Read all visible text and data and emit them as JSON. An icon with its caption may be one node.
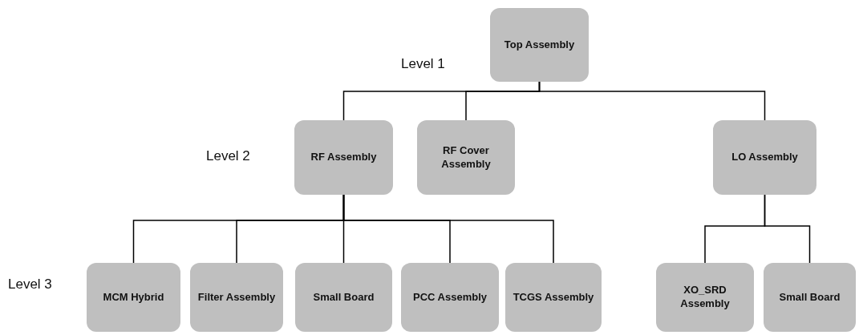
{
  "diagram": {
    "nodes": [
      {
        "text": [
          "Top Assembly"
        ]
      },
      {
        "text": [
          "RF Assembly"
        ]
      },
      {
        "text": [
          "RF Cover Assembly"
        ]
      },
      {
        "text": [
          "LO Assembly"
        ]
      },
      {
        "text": [
          "MCM Hybrid"
        ]
      },
      {
        "text": [
          "Filter Assembly"
        ]
      },
      {
        "text": [
          "Small Board"
        ]
      },
      {
        "text": [
          "PCC Assembly"
        ]
      },
      {
        "text": [
          "TCGS Assembly"
        ]
      },
      {
        "text": [
          "XO_SRD Assembly"
        ]
      },
      {
        "text": [
          "Small Board"
        ]
      }
    ],
    "edges": [
      {
        "from": 0,
        "to": 1,
        "arrow": "none"
      },
      {
        "from": 0,
        "to": 2,
        "arrow": "none"
      },
      {
        "from": 0,
        "to": 3,
        "arrow": "none"
      },
      {
        "from": 1,
        "to": 4,
        "arrow": "none"
      },
      {
        "from": 1,
        "to": 5,
        "arrow": "none"
      },
      {
        "from": 1,
        "to": 6,
        "arrow": "none"
      },
      {
        "from": 1,
        "to": 7,
        "arrow": "none"
      },
      {
        "from": 1,
        "to": 8,
        "arrow": "none"
      },
      {
        "from": 3,
        "to": 9,
        "arrow": "none"
      },
      {
        "from": 3,
        "to": 10,
        "arrow": "none"
      }
    ],
    "labels": [
      "Level 1",
      "Level 2",
      "Level 3"
    ]
  }
}
